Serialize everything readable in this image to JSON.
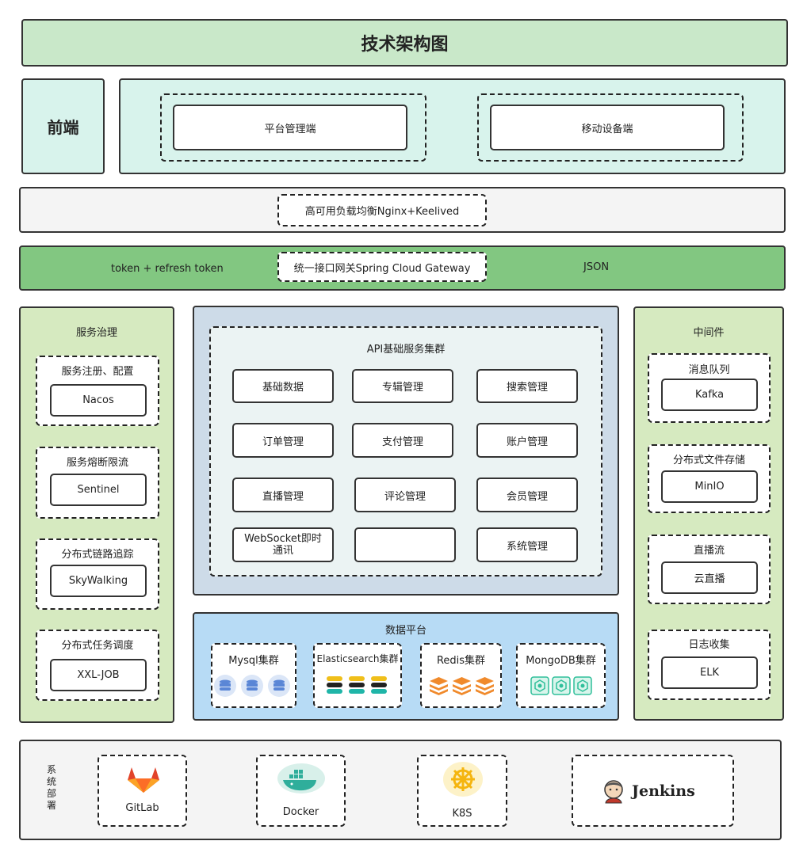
{
  "title": "技术架构图",
  "frontend": {
    "label": "前端",
    "items": [
      "平台管理端",
      "移动设备端"
    ]
  },
  "load_balancer": "高可用负载均衡Nginx+Keelived",
  "gateway": {
    "left": "token + refresh token",
    "center": "统一接口网关Spring Cloud Gateway",
    "right": "JSON"
  },
  "governance": {
    "title": "服务治理",
    "groups": [
      {
        "label": "服务注册、配置",
        "item": "Nacos"
      },
      {
        "label": "服务熔断限流",
        "item": "Sentinel"
      },
      {
        "label": "分布式链路追踪",
        "item": "SkyWalking"
      },
      {
        "label": "分布式任务调度",
        "item": "XXL-JOB"
      }
    ]
  },
  "api": {
    "title": "API基础服务集群",
    "services": [
      "基础数据",
      "专辑管理",
      "搜索管理",
      "订单管理",
      "支付管理",
      "账户管理",
      "直播管理",
      "评论管理",
      "会员管理",
      "WebSocket即时\n通讯",
      "",
      "系统管理"
    ]
  },
  "data_platform": {
    "title": "数据平台",
    "clusters": [
      "Mysql集群",
      "Elasticsearch集群",
      "Redis集群",
      "MongoDB集群"
    ]
  },
  "middleware": {
    "title": "中间件",
    "groups": [
      {
        "label": "消息队列",
        "item": "Kafka"
      },
      {
        "label": "分布式文件存储",
        "item": "MinIO"
      },
      {
        "label": "直播流",
        "item": "云直播"
      },
      {
        "label": "日志收集",
        "item": "ELK"
      }
    ]
  },
  "deploy": {
    "label": "系\n统\n部\n署",
    "tools": [
      "GitLab",
      "Docker",
      "K8S",
      "Jenkins"
    ]
  },
  "colors": {
    "title_bg": "#c9e8c9",
    "frontend_bg": "#d8f3ec",
    "gateway_bg": "#82c781",
    "side_bg": "#d6eac0",
    "api_bg": "#cddbe8",
    "data_bg": "#b7dbf5",
    "mysql": "#5a86d6",
    "redis": "#f08a2c",
    "mongo": "#2fbf9a",
    "gitlab": "#e2432a",
    "docker": "#2496ed",
    "k8s": "#f5c523"
  }
}
